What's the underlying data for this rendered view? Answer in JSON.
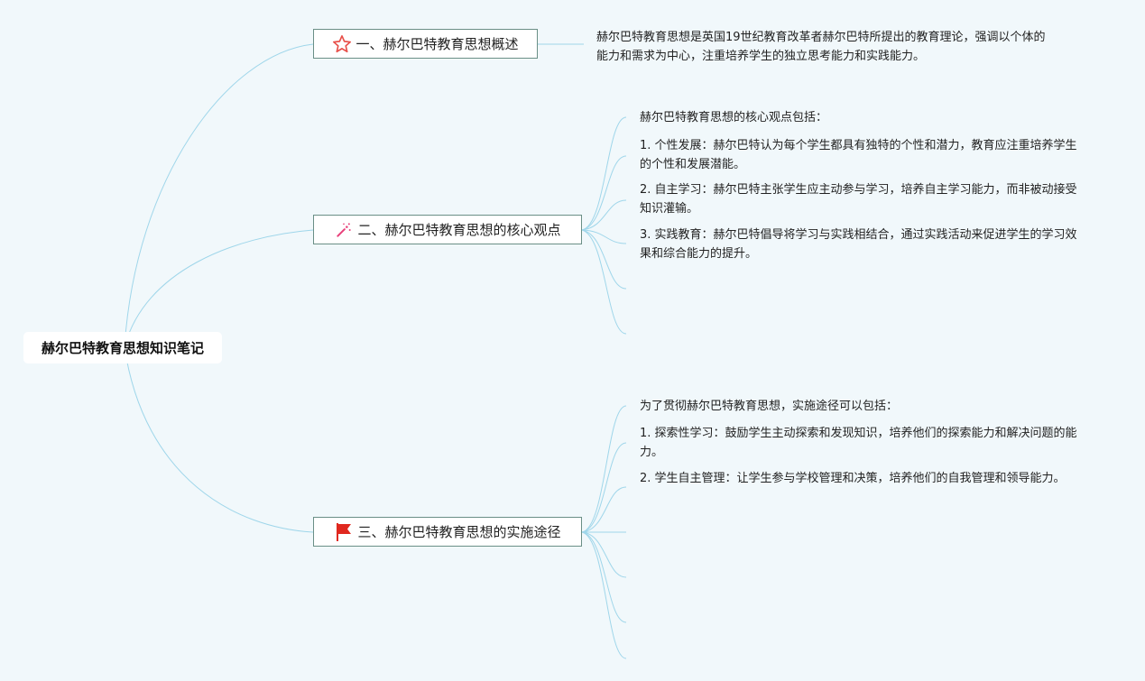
{
  "root": {
    "label": "赫尔巴特教育思想知识笔记"
  },
  "branches": [
    {
      "label": "一、赫尔巴特教育思想概述",
      "icon": "star-outline-icon",
      "note": "赫尔巴特教育思想是英国19世纪教育改革者赫尔巴特所提出的教育理论，强调以个体的能力和需求为中心，注重培养学生的独立思考能力和实践能力。"
    },
    {
      "label": "二、赫尔巴特教育思想的核心观点",
      "icon": "magic-wand-sparkle-icon",
      "leaves": [
        "赫尔巴特教育思想的核心观点包括：",
        "1. 个性发展：赫尔巴特认为每个学生都具有独特的个性和潜力，教育应注重培养学生的个性和发展潜能。",
        "2. 自主学习：赫尔巴特主张学生应主动参与学习，培养自主学习能力，而非被动接受知识灌输。",
        "3. 实践教育：赫尔巴特倡导将学习与实践相结合，通过实践活动来促进学生的学习效果和综合能力的提升。",
        "",
        ""
      ]
    },
    {
      "label": "三、赫尔巴特教育思想的实施途径",
      "icon": "red-flag-icon",
      "leaves": [
        "为了贯彻赫尔巴特教育思想，实施途径可以包括：",
        "1. 探索性学习：鼓励学生主动探索和发现知识，培养他们的探索能力和解决问题的能力。",
        "2. 学生自主管理：让学生参与学校管理和决策，培养他们的自我管理和领导能力。",
        "",
        "",
        "",
        ""
      ]
    }
  ],
  "colors": {
    "background": "#f1f8fb",
    "connector": "#9fd6ea",
    "branch_border": "#6a8f86",
    "star": "#e8504a",
    "flag": "#e0281f",
    "wand": "#e8407a"
  }
}
